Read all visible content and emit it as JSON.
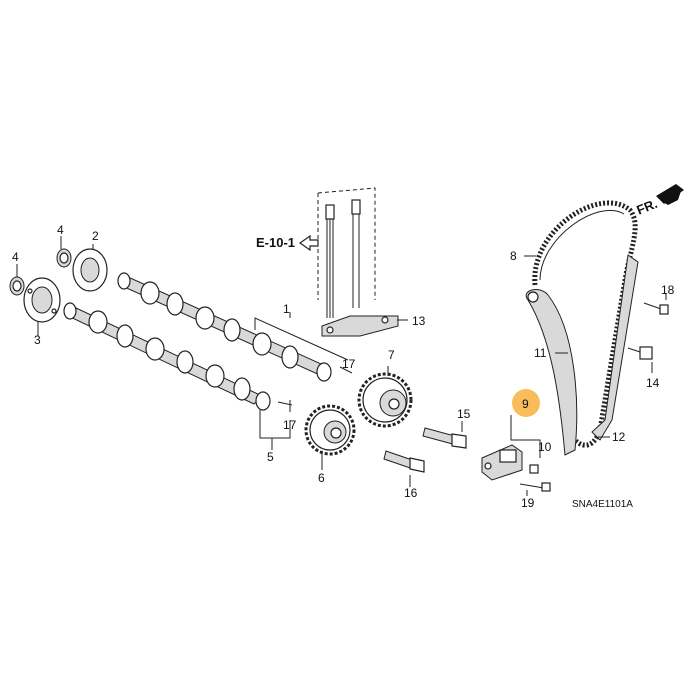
{
  "diagram": {
    "ref_label": "E-10-1",
    "direction_label": "FR.",
    "drawing_code": "SNA4E1101A",
    "highlight_color": "#f5a623",
    "part_numbers": {
      "p1": "1",
      "p2": "2",
      "p3": "3",
      "p4a": "4",
      "p4b": "4",
      "p5": "5",
      "p6": "6",
      "p7": "7",
      "p8": "8",
      "p9": "9",
      "p10": "10",
      "p11": "11",
      "p12": "12",
      "p13": "13",
      "p14": "14",
      "p15": "15",
      "p16": "16",
      "p17a": "17",
      "p17b": "17",
      "p18": "18",
      "p19": "19"
    }
  }
}
